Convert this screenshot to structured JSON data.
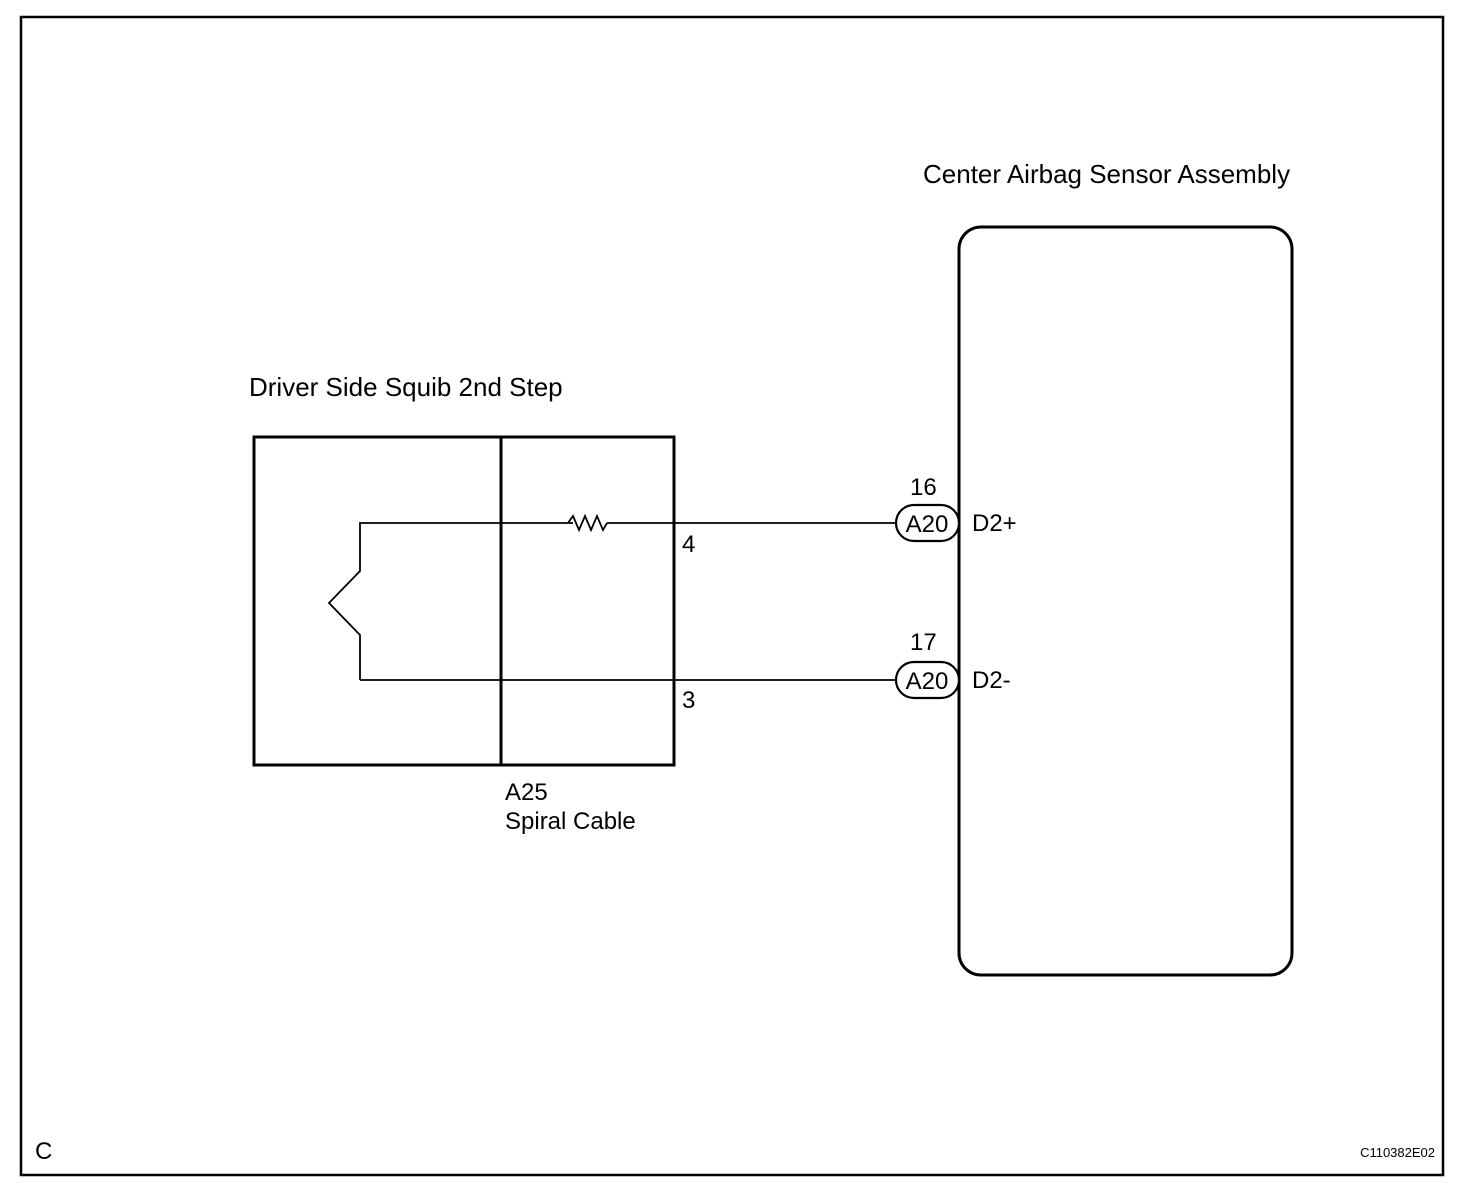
{
  "ecu": {
    "title": "Center Airbag Sensor Assembly",
    "terminals": [
      {
        "connector": "A20",
        "pin": "16",
        "signal": "D2+"
      },
      {
        "connector": "A20",
        "pin": "17",
        "signal": "D2-"
      }
    ]
  },
  "squib": {
    "title": "Driver Side Squib 2nd Step"
  },
  "spiral_cable": {
    "connector_code": "A25",
    "name": "Spiral Cable",
    "pins": [
      "4",
      "3"
    ]
  },
  "frame": {
    "corner_letter": "C",
    "figure_code": "C110382E02"
  }
}
